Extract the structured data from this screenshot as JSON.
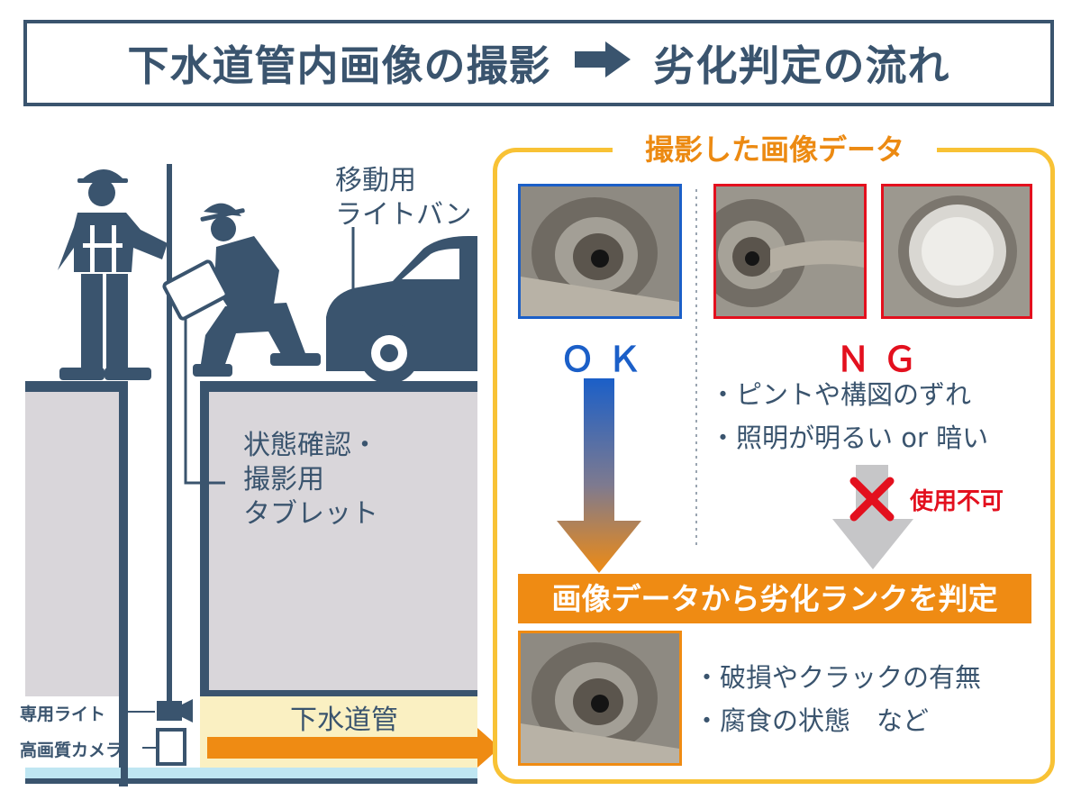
{
  "title": {
    "left": "下水道管内画像の撮影",
    "right": "劣化判定の流れ"
  },
  "labels": {
    "van": [
      "移動用",
      "ライトバン"
    ],
    "tablet": [
      "状態確認・",
      "撮影用",
      "タブレット"
    ],
    "pipe": "下水道管",
    "light": "専用ライト",
    "camera": "高画質カメラ"
  },
  "panel": {
    "title": "撮影した画像データ",
    "ok_label": "ＯＫ",
    "ng_label": "ＮＧ",
    "ng_reasons": [
      "・ピントや構図のずれ",
      "・照明が明るい or 暗い"
    ],
    "forbidden_label": "使用不可",
    "rank_banner": "画像データから劣化ランクを判定",
    "judge_items": [
      "・破損やクラックの有無",
      "・腐食の状態　など"
    ]
  },
  "colors": {
    "navy": "#3a546e",
    "orange": "#ef8b13",
    "yellow_border": "#f8c235",
    "ok_blue": "#1b5fc8",
    "ng_red": "#e3101e",
    "pipe_fill": "#faf0c2",
    "water": "#bfe6f2",
    "ground": "#d9d6da"
  }
}
